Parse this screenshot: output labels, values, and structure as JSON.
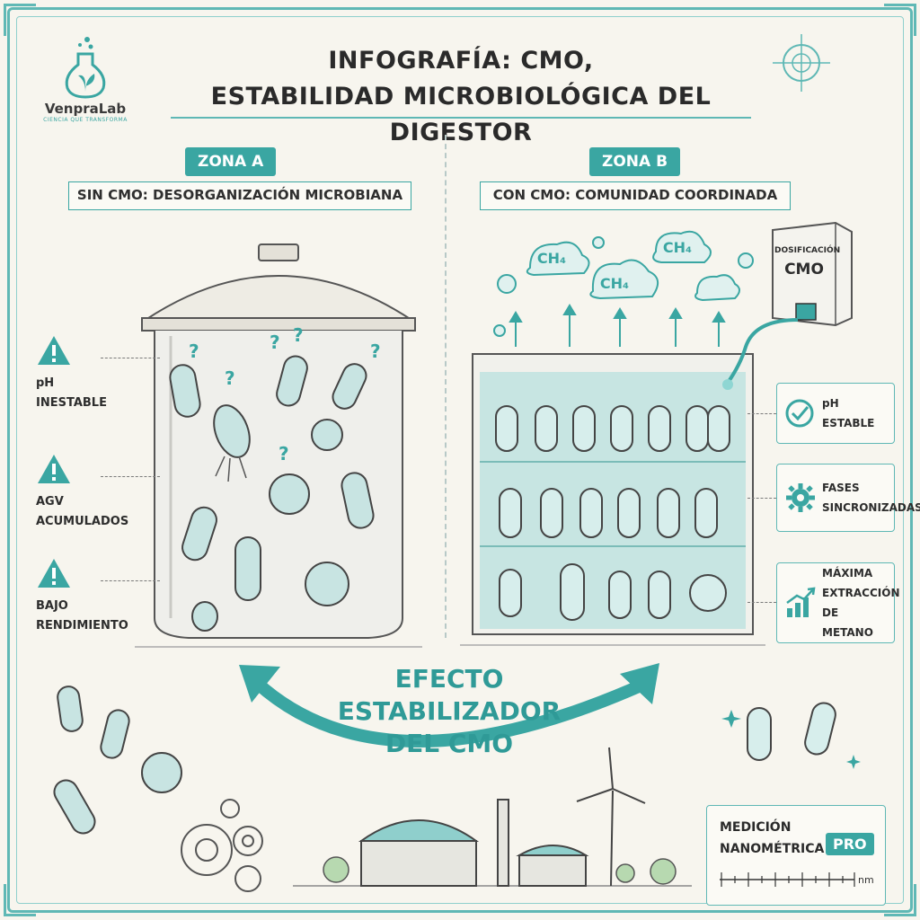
{
  "brand": {
    "name": "VenpraLab",
    "tagline": "CIENCIA QUE TRANSFORMA"
  },
  "title": {
    "line1": "INFOGRAFÍA: CMO,",
    "line2": "ESTABILIDAD MICROBIOLÓGICA DEL DIGESTOR"
  },
  "zone_a": {
    "label": "ZONA A",
    "banner": "SIN CMO: DESORGANIZACIÓN MICROBIANA",
    "warnings": [
      {
        "line1": "pH",
        "line2": "INESTABLE"
      },
      {
        "line1": "AGV",
        "line2": "ACUMULADOS"
      },
      {
        "line1": "BAJO",
        "line2": "RENDIMIENTO"
      }
    ]
  },
  "zone_b": {
    "label": "ZONA B",
    "banner": "CON CMO: COMUNIDAD COORDINADA",
    "gas_label": "CH₄",
    "doser": {
      "line1": "DOSIFICACIÓN",
      "line2": "CMO"
    },
    "benefits": [
      {
        "line1": "pH",
        "line2": "ESTABLE",
        "icon": "check-circle-icon"
      },
      {
        "line1": "FASES",
        "line2": "SINCRONIZADAS",
        "icon": "gear-icon"
      },
      {
        "line1": "MÁXIMA",
        "line2": "EXTRACCIÓN",
        "line3": "DE METANO",
        "icon": "bar-chart-up-icon"
      }
    ]
  },
  "effect": {
    "line1": "EFECTO",
    "line2": "ESTABILIZADOR",
    "line3": "DEL CMO"
  },
  "measurement": {
    "line1": "MEDICIÓN",
    "line2": "NANOMÉTRICA",
    "badge": "PRO",
    "unit": "nm"
  },
  "colors": {
    "accent": "#3aa6a2",
    "frame": "#5fb8b5",
    "background": "#f7f5ee",
    "liquid": "#bfe3e0"
  }
}
